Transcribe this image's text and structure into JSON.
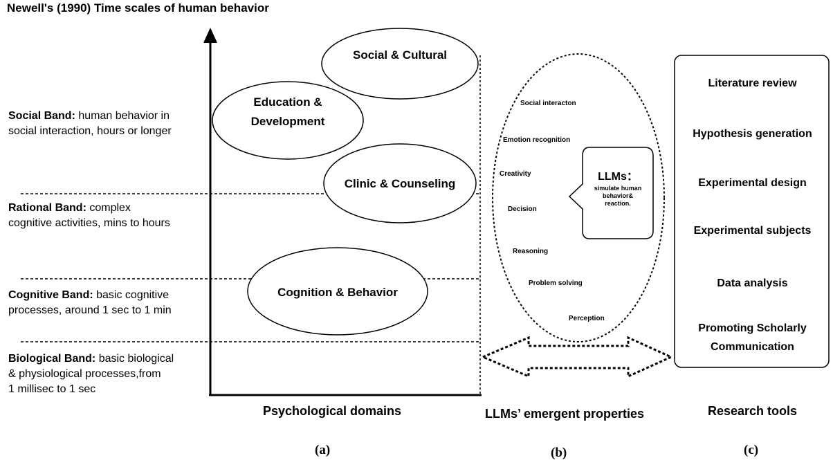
{
  "title": "Newell's (1990) Time scales of human behavior",
  "bands": [
    {
      "name": "Social Band:",
      "desc_line1": "human behavior in",
      "desc_rest": [
        "social interaction, hours or longer"
      ]
    },
    {
      "name": "Rational Band:",
      "desc_line1": "complex",
      "desc_rest": [
        "cognitive activities, mins to hours"
      ]
    },
    {
      "name": "Cognitive Band:",
      "desc_line1": "basic cognitive",
      "desc_rest": [
        "processes, around 1 sec to 1 min"
      ]
    },
    {
      "name": "Biological Band:",
      "desc_line1": "basic biological",
      "desc_rest": [
        "& physiological processes,from",
        "1 millisec to 1 sec"
      ]
    }
  ],
  "domains": {
    "social_cultural": "Social & Cultural",
    "education_1": "Education &",
    "education_2": "Development",
    "clinic": "Clinic & Counseling",
    "cognition": "Cognition & Behavior"
  },
  "properties": [
    "Social  interacton",
    "Emotion recognition",
    "Creativity",
    "Decision",
    "Reasoning",
    "Problem solving",
    "Perception"
  ],
  "llm": {
    "title": "LLMs：",
    "sub": [
      "simulate human",
      "behavior&",
      "reaction."
    ]
  },
  "tools": [
    "Literature review",
    "Hypothesis generation",
    "Experimental design",
    "Experimental subjects",
    "Data analysis",
    "Promoting Scholarly",
    "Communication"
  ],
  "axis_labels": {
    "a": "Psychological domains",
    "b": "LLMs’ emergent properties",
    "c": "Research tools"
  },
  "panels": {
    "a": "(a)",
    "b": "(b)",
    "c": "(c)"
  }
}
